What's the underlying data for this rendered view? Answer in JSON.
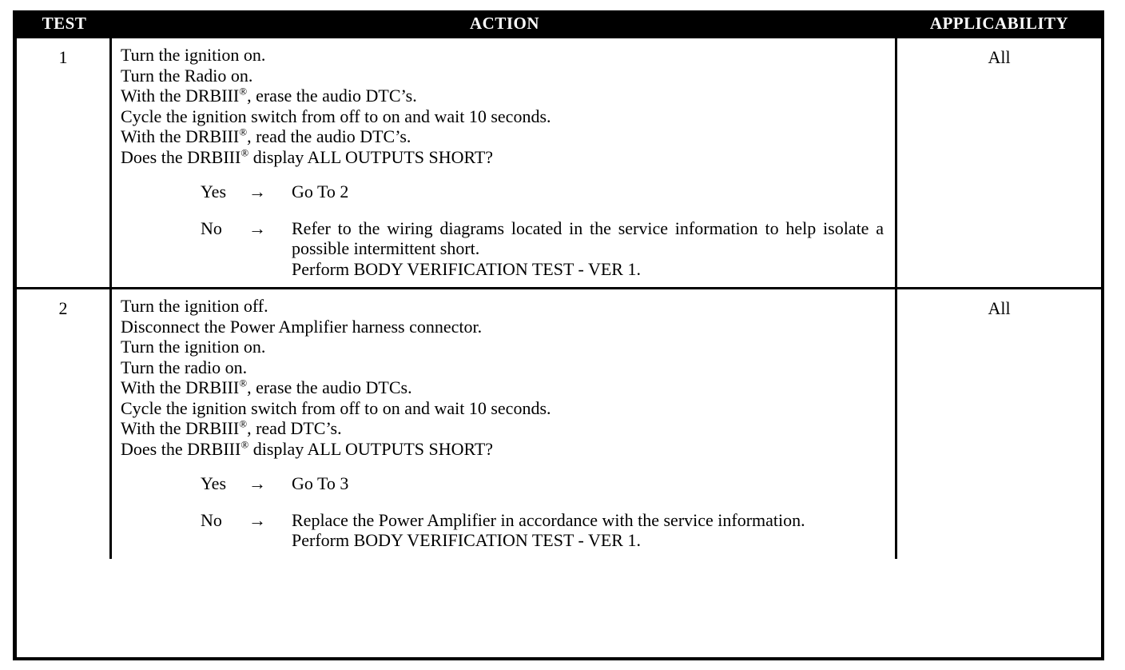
{
  "table": {
    "headers": {
      "test": "TEST",
      "action": "ACTION",
      "applicability": "APPLICABILITY"
    },
    "rows": [
      {
        "test": "1",
        "applicability": "All",
        "steps": [
          "Turn the ignition on.",
          "Turn the Radio on.",
          "With the DRBIII®, erase the audio DTC’s.",
          "Cycle the ignition switch from off to on and wait 10 seconds.",
          "With the DRBIII®, read the audio DTC’s.",
          "Does the DRBIII® display ALL OUTPUTS SHORT?"
        ],
        "branches": [
          {
            "label": "Yes",
            "arrow": "→",
            "lines": [
              "Go To   2"
            ],
            "justify": false
          },
          {
            "label": "No",
            "arrow": "→",
            "lines": [
              "Refer to the wiring diagrams located in the service information to help isolate a possible intermittent short.",
              "Perform BODY VERIFICATION TEST - VER 1."
            ],
            "justify": true
          }
        ]
      },
      {
        "test": "2",
        "applicability": "All",
        "steps": [
          "Turn the ignition off.",
          "Disconnect the Power Amplifier harness connector.",
          "Turn the ignition on.",
          "Turn the radio on.",
          "With the DRBIII®, erase the audio DTCs.",
          "Cycle the ignition switch from off to on and wait 10 seconds.",
          "With the DRBIII®, read DTC’s.",
          "Does the DRBIII® display ALL OUTPUTS SHORT?"
        ],
        "branches": [
          {
            "label": "Yes",
            "arrow": "→",
            "lines": [
              "Go To   3"
            ],
            "justify": false
          },
          {
            "label": "No",
            "arrow": "→",
            "lines": [
              "Replace the Power Amplifier in accordance with the service information.",
              "Perform BODY VERIFICATION TEST - VER 1."
            ],
            "justify": true
          }
        ]
      }
    ]
  },
  "colors": {
    "header_background": "#000000",
    "header_text": "#ffffff",
    "border": "#000000",
    "page_background": "#ffffff",
    "body_text": "#000000"
  }
}
